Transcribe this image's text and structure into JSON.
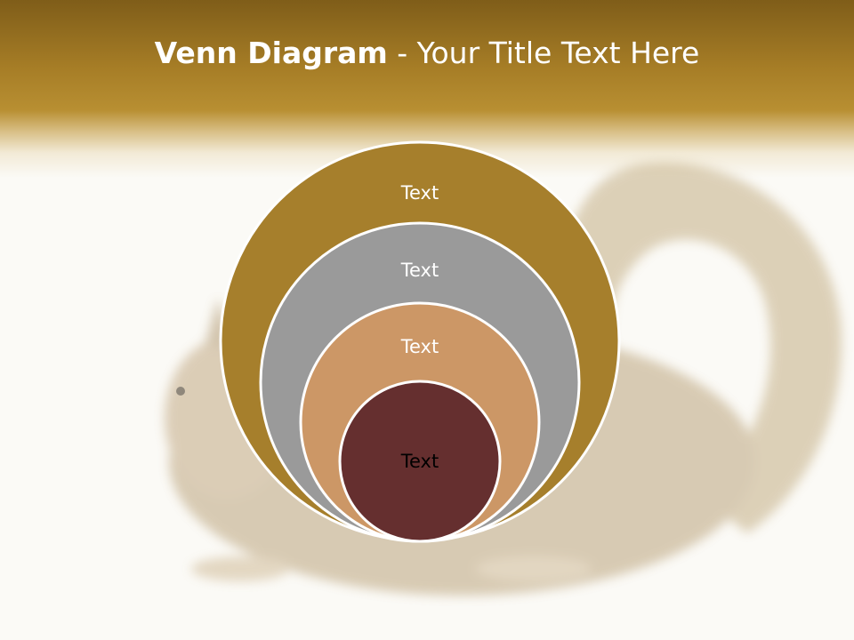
{
  "slide": {
    "title_bold": "Venn Diagram",
    "title_rest": " - Your Title Text Here"
  },
  "diagram": {
    "type": "nested-circles",
    "background_image": "squirrel",
    "circles": [
      {
        "label": "Text",
        "fill": "#a67f2c",
        "text_color": "#ffffff"
      },
      {
        "label": "Text",
        "fill": "#9a9a9a",
        "text_color": "#ffffff"
      },
      {
        "label": "Text",
        "fill": "#cc9766",
        "text_color": "#ffffff"
      },
      {
        "label": "Text",
        "fill": "#652f2f",
        "text_color": "#000000"
      }
    ]
  }
}
